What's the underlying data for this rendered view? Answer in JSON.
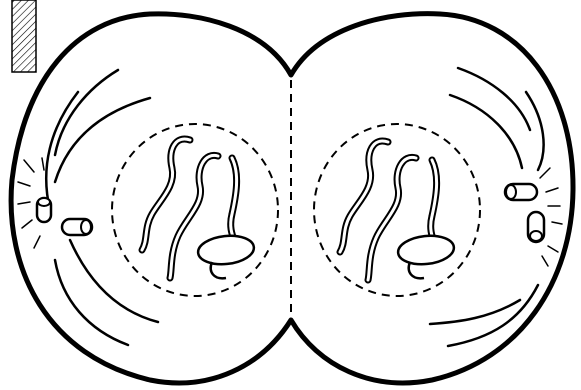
{
  "diagram": {
    "colors": {
      "ink": "#000000",
      "background": "#ffffff",
      "hatch_fill": "#ffffff"
    },
    "cells": [
      {
        "id": "left",
        "contents": [
          "centrioles",
          "spindle-fibers",
          "nuclear-envelope",
          "chromatin",
          "nucleolus"
        ]
      },
      {
        "id": "right",
        "contents": [
          "centrioles",
          "spindle-fibers",
          "nuclear-envelope",
          "chromatin",
          "nucleolus"
        ]
      }
    ],
    "has_division_line": true,
    "has_corner_hatched_bar": true
  }
}
